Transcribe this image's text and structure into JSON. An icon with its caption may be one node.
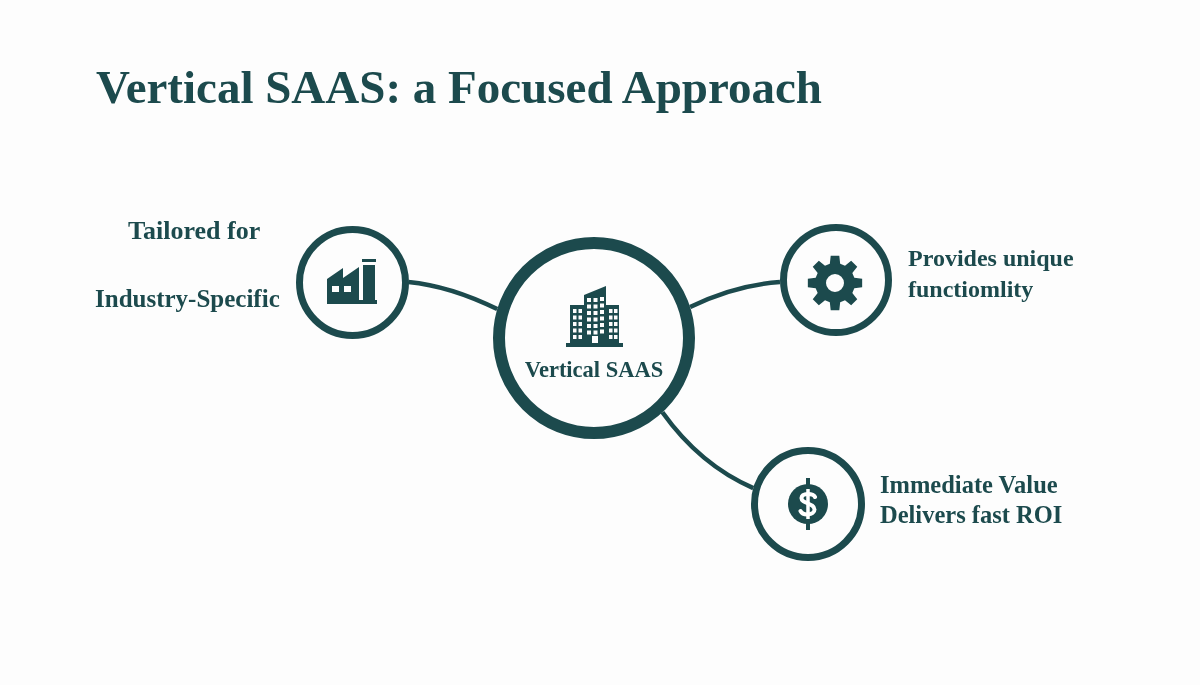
{
  "diagram": {
    "title": "Vertical SAAS: a Focused Approach",
    "nodes": [
      {
        "text": [],
        "shape": "circle",
        "beside": [
          "Tailored for",
          "Industry-Specific"
        ]
      },
      {
        "text": [
          "Vertical SAAS"
        ]
      },
      {
        "text": [],
        "shape": "circle",
        "beside": [
          "Provides unique functiomlity"
        ]
      },
      {
        "text": [],
        "shape": "circle",
        "beside": [
          "Immediate Value",
          "Delivers fast ROI"
        ]
      }
    ],
    "edges": [
      {
        "from": 1,
        "to": 0,
        "arrow": "none"
      },
      {
        "from": 1,
        "to": 2,
        "arrow": "none"
      },
      {
        "from": 1,
        "to": 3,
        "arrow": "none"
      }
    ]
  }
}
